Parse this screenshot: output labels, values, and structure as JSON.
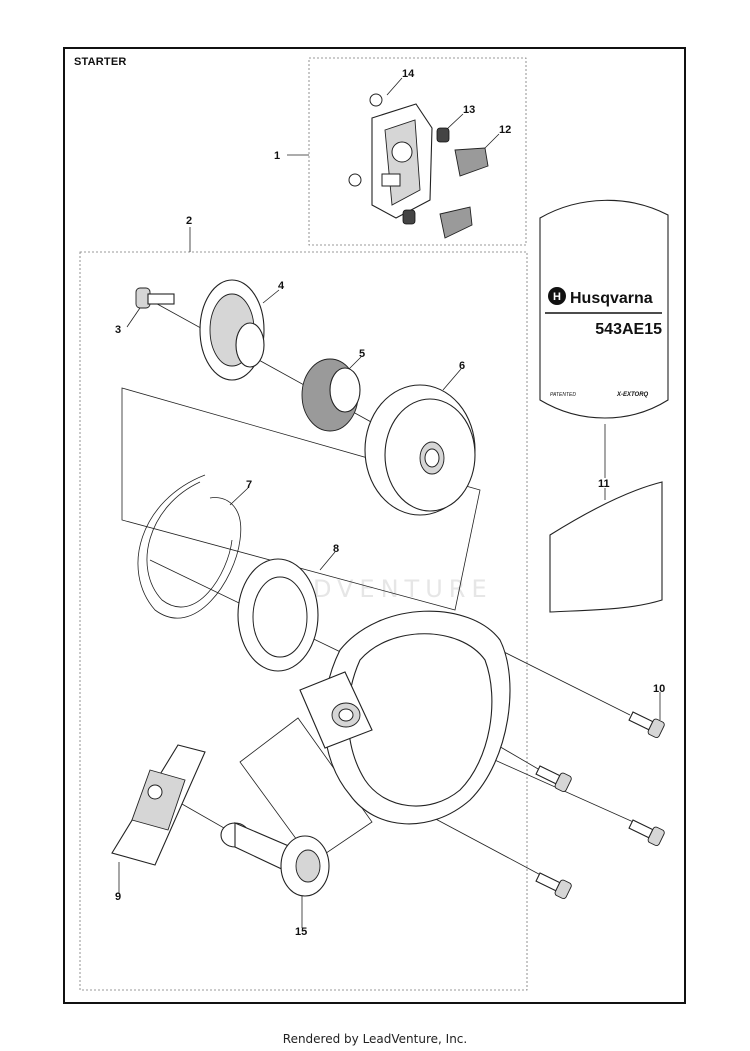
{
  "diagram": {
    "title": "STARTER",
    "footer": "Rendered by LeadVenture, Inc.",
    "watermark": "LEADVENTURE",
    "decal": {
      "brand": "Husqvarna",
      "model": "543AE15",
      "small_left": "PATENTED",
      "small_right": "X-EXTORQ"
    },
    "callouts": {
      "c1": "1",
      "c2": "2",
      "c3": "3",
      "c4": "4",
      "c5": "5",
      "c6": "6",
      "c7": "7",
      "c8": "8",
      "c9": "9",
      "c10": "10",
      "c11": "11",
      "c12": "12",
      "c13": "13",
      "c14": "14",
      "c15": "15"
    }
  }
}
